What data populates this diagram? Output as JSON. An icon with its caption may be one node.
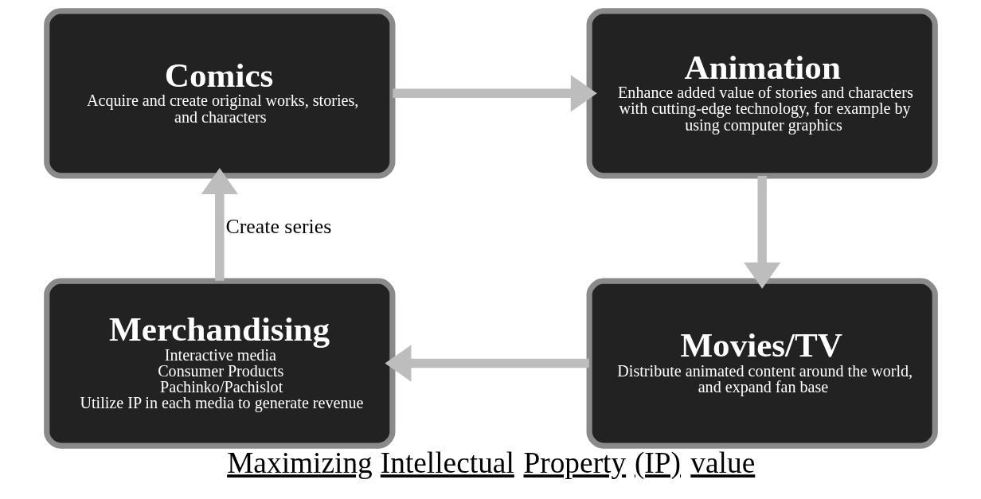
{
  "diagram": {
    "title": "Maximizing Intellectual Property (IP) value",
    "nodes": [
      {
        "text": [
          "Comics",
          "Acquire and create original works, stories, and characters"
        ]
      },
      {
        "text": [
          "Animation",
          "Enhance added value of stories and characters with cutting-edge technology, for example by using computer graphics"
        ]
      },
      {
        "text": [
          "Movies/TV",
          "Distribute animated content around the world, and expand fan base"
        ]
      },
      {
        "text": [
          "Merchandising",
          "Interactive media",
          "Consumer Products",
          "Pachinko/Pachislot",
          "Utilize IP in each media to generate revenue"
        ]
      }
    ],
    "edges": [
      {
        "from": 0,
        "to": 1,
        "arrow": "to"
      },
      {
        "from": 1,
        "to": 2,
        "arrow": "to"
      },
      {
        "from": 2,
        "to": 3,
        "arrow": "to"
      },
      {
        "from": 3,
        "to": 0,
        "arrow": "to",
        "label": "Create series"
      }
    ]
  }
}
